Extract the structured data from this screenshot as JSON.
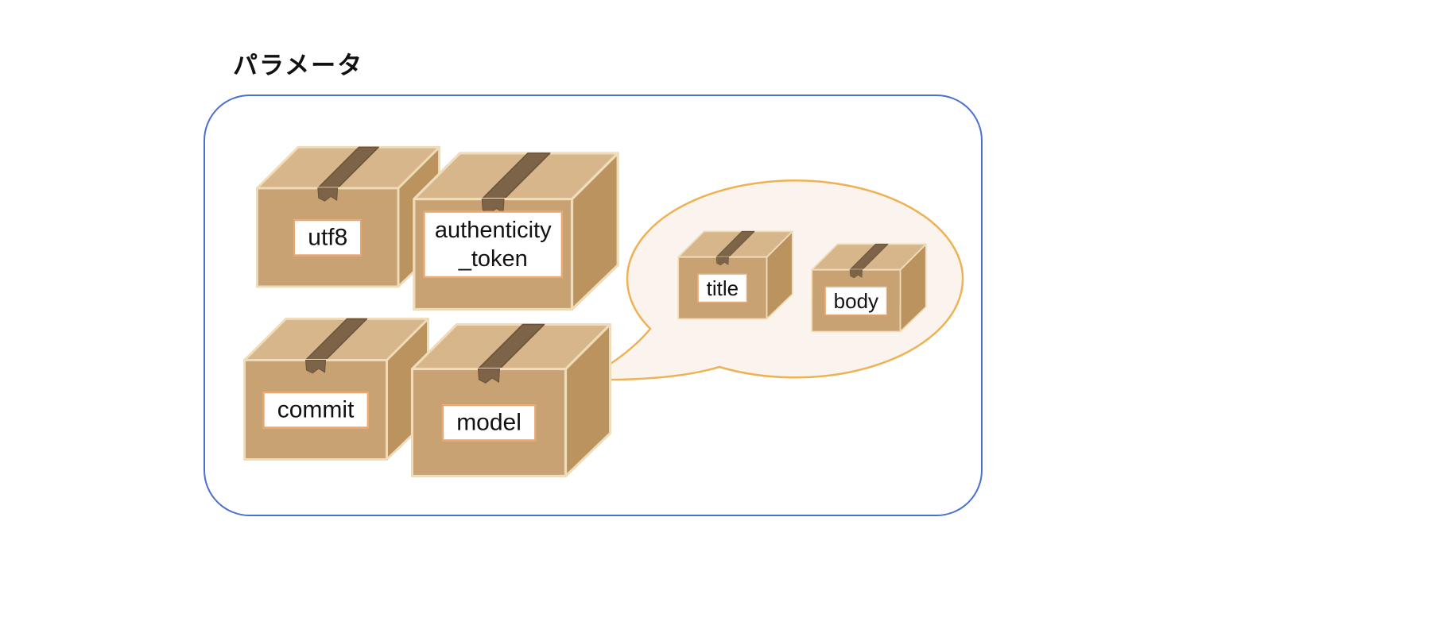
{
  "title": "パラメータ",
  "boxes": {
    "utf8": {
      "label": "utf8"
    },
    "authenticity_token": {
      "label": "authenticity\n_token"
    },
    "commit": {
      "label": "commit"
    },
    "model": {
      "label": "model"
    },
    "title_param": {
      "label": "title"
    },
    "body": {
      "label": "body"
    }
  },
  "colors": {
    "container-border": "#4a6fd1",
    "bubble-border": "#eeb254",
    "bubble-fill": "#fbf4ee",
    "box-front": "#c9a273",
    "box-top": "#d6b68a",
    "box-side": "#bb935f",
    "box-tape": "#7d6347",
    "box-outline": "#eedcba",
    "label-border": "#eda468",
    "text": "#111111"
  }
}
